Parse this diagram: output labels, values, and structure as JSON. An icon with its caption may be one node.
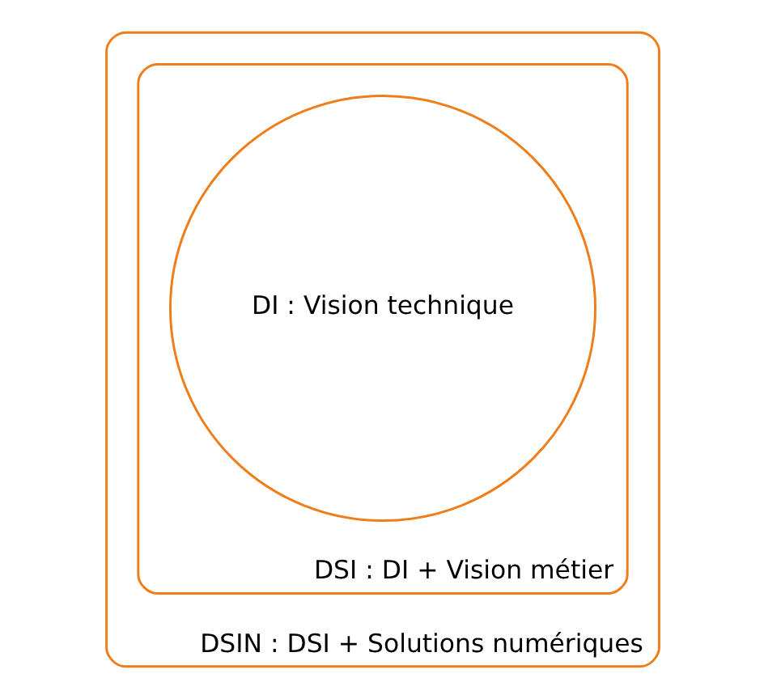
{
  "diagram": {
    "nodes": [
      {
        "text": [
          "DSIN : DSI + Solutions numériques"
        ]
      },
      {
        "text": [
          "DSI : DI + Vision métier"
        ],
        "in": 0
      },
      {
        "text": [
          "DI : Vision technique"
        ],
        "in": 1
      }
    ],
    "edges": []
  }
}
